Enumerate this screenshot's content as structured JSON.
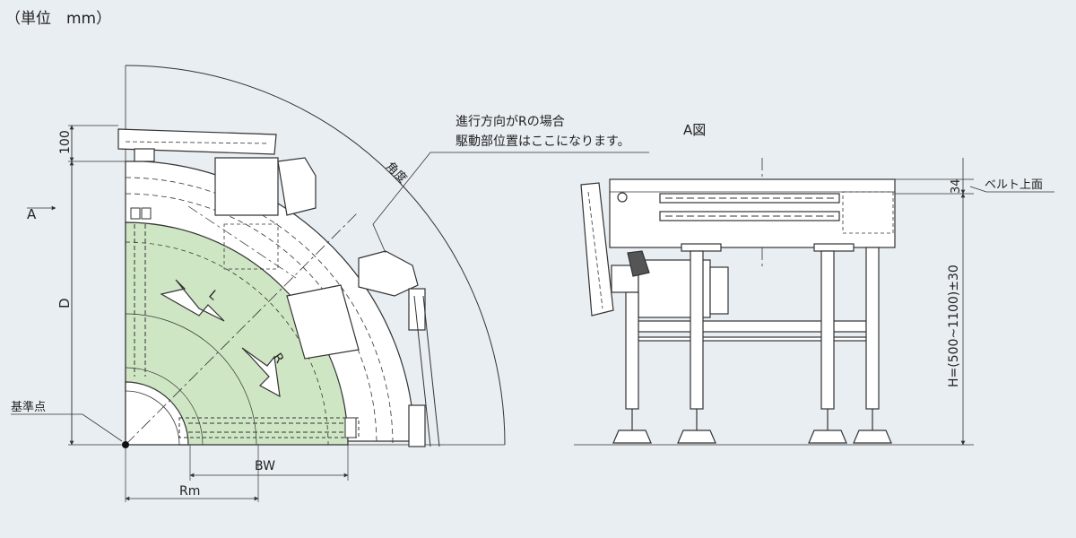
{
  "unit_note": "（単位　mm）",
  "plan_view": {
    "label_a": "A",
    "label_d": "D",
    "label_100": "100",
    "label_angle": "角度",
    "label_l": "L",
    "label_r": "R",
    "label_origin": "基準点",
    "label_bw": "BW",
    "label_rm": "Rm"
  },
  "callout": {
    "line1": "進行方向がRの場合",
    "line2": "駆動部位置はここになります。"
  },
  "side_view": {
    "title": "A図",
    "label_34": "34",
    "label_belt_top": "ベルト上面",
    "label_height": "H=(500~1100)±30"
  },
  "colors": {
    "background": "#e9eef3",
    "belt_green": "#cfe6c4",
    "line": "#333333"
  }
}
